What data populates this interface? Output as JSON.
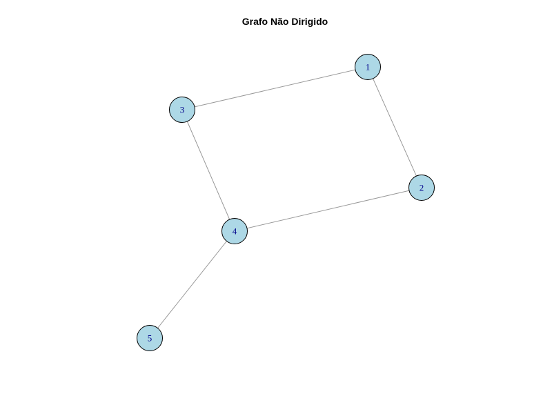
{
  "title": "Grafo Não Dirigido",
  "colors": {
    "node_fill": "#add8e6",
    "node_stroke": "#000000",
    "label_color": "#00008b",
    "edge_color": "#999999",
    "background": "#ffffff"
  },
  "graph": {
    "directed": false,
    "nodes": [
      {
        "id": "1",
        "label": "1"
      },
      {
        "id": "2",
        "label": "2"
      },
      {
        "id": "3",
        "label": "3"
      },
      {
        "id": "4",
        "label": "4"
      },
      {
        "id": "5",
        "label": "5"
      }
    ],
    "edges": [
      {
        "source": "1",
        "target": "3"
      },
      {
        "source": "1",
        "target": "2"
      },
      {
        "source": "3",
        "target": "4"
      },
      {
        "source": "2",
        "target": "4"
      },
      {
        "source": "4",
        "target": "5"
      }
    ]
  }
}
